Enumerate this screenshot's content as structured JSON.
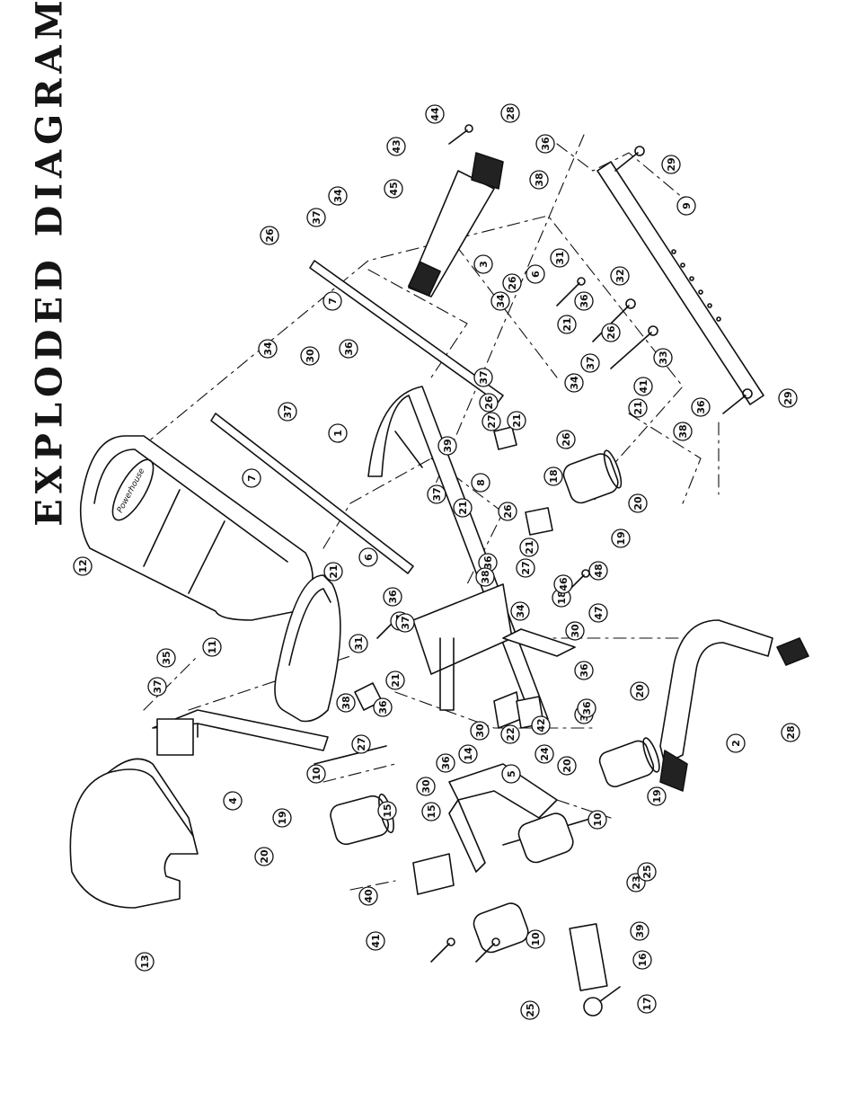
{
  "title": "EXPLODED DIAGRAM",
  "brand_logo_text": "Powerhouse",
  "callouts": [
    {
      "id": "c1",
      "num": "1"
    },
    {
      "id": "c2",
      "num": "2"
    },
    {
      "id": "c3",
      "num": "3"
    },
    {
      "id": "c4",
      "num": "4"
    },
    {
      "id": "c5",
      "num": "5"
    },
    {
      "id": "c6a",
      "num": "6"
    },
    {
      "id": "c6b",
      "num": "6"
    },
    {
      "id": "c7a",
      "num": "7"
    },
    {
      "id": "c7b",
      "num": "7"
    },
    {
      "id": "c8",
      "num": "8"
    },
    {
      "id": "c9",
      "num": "9"
    },
    {
      "id": "c10a",
      "num": "10"
    },
    {
      "id": "c10b",
      "num": "10"
    },
    {
      "id": "c10c",
      "num": "10"
    },
    {
      "id": "c11",
      "num": "11"
    },
    {
      "id": "c12",
      "num": "12"
    },
    {
      "id": "c13",
      "num": "13"
    },
    {
      "id": "c14",
      "num": "14"
    },
    {
      "id": "c15a",
      "num": "15"
    },
    {
      "id": "c15b",
      "num": "15"
    },
    {
      "id": "c16",
      "num": "16"
    },
    {
      "id": "c17",
      "num": "17"
    },
    {
      "id": "c18a",
      "num": "18"
    },
    {
      "id": "c18b",
      "num": "18"
    },
    {
      "id": "c19a",
      "num": "19"
    },
    {
      "id": "c19b",
      "num": "19"
    },
    {
      "id": "c19c",
      "num": "19"
    },
    {
      "id": "c20a",
      "num": "20"
    },
    {
      "id": "c20b",
      "num": "20"
    },
    {
      "id": "c20c",
      "num": "20"
    },
    {
      "id": "c20d",
      "num": "20"
    },
    {
      "id": "c21a",
      "num": "21"
    },
    {
      "id": "c21b",
      "num": "21"
    },
    {
      "id": "c21c",
      "num": "21"
    },
    {
      "id": "c21d",
      "num": "21"
    },
    {
      "id": "c21e",
      "num": "21"
    },
    {
      "id": "c21f",
      "num": "21"
    },
    {
      "id": "c21g",
      "num": "21"
    },
    {
      "id": "c22",
      "num": "22"
    },
    {
      "id": "c23",
      "num": "23"
    },
    {
      "id": "c24",
      "num": "24"
    },
    {
      "id": "c25a",
      "num": "25"
    },
    {
      "id": "c25b",
      "num": "25"
    },
    {
      "id": "c26a",
      "num": "26"
    },
    {
      "id": "c26b",
      "num": "26"
    },
    {
      "id": "c26c",
      "num": "26"
    },
    {
      "id": "c26d",
      "num": "26"
    },
    {
      "id": "c26e",
      "num": "26"
    },
    {
      "id": "c26f",
      "num": "26"
    },
    {
      "id": "c27a",
      "num": "27"
    },
    {
      "id": "c27b",
      "num": "27"
    },
    {
      "id": "c27c",
      "num": "27"
    },
    {
      "id": "c28a",
      "num": "28"
    },
    {
      "id": "c28b",
      "num": "28"
    },
    {
      "id": "c29a",
      "num": "29"
    },
    {
      "id": "c29b",
      "num": "29"
    },
    {
      "id": "c30a",
      "num": "30"
    },
    {
      "id": "c30b",
      "num": "30"
    },
    {
      "id": "c30c",
      "num": "30"
    },
    {
      "id": "c30d",
      "num": "30"
    },
    {
      "id": "c30e",
      "num": "30"
    },
    {
      "id": "c31a",
      "num": "31"
    },
    {
      "id": "c31b",
      "num": "31"
    },
    {
      "id": "c32",
      "num": "32"
    },
    {
      "id": "c33",
      "num": "33"
    },
    {
      "id": "c34a",
      "num": "34"
    },
    {
      "id": "c34b",
      "num": "34"
    },
    {
      "id": "c34c",
      "num": "34"
    },
    {
      "id": "c34d",
      "num": "34"
    },
    {
      "id": "c34e",
      "num": "34"
    },
    {
      "id": "c35",
      "num": "35"
    },
    {
      "id": "c36a",
      "num": "36"
    },
    {
      "id": "c36b",
      "num": "36"
    },
    {
      "id": "c36c",
      "num": "36"
    },
    {
      "id": "c36d",
      "num": "36"
    },
    {
      "id": "c36e",
      "num": "36"
    },
    {
      "id": "c36f",
      "num": "36"
    },
    {
      "id": "c36g",
      "num": "36"
    },
    {
      "id": "c36h",
      "num": "36"
    },
    {
      "id": "c36i",
      "num": "36"
    },
    {
      "id": "c36j",
      "num": "36"
    },
    {
      "id": "c37a",
      "num": "37"
    },
    {
      "id": "c37b",
      "num": "37"
    },
    {
      "id": "c37c",
      "num": "37"
    },
    {
      "id": "c37d",
      "num": "37"
    },
    {
      "id": "c37e",
      "num": "37"
    },
    {
      "id": "c37f",
      "num": "37"
    },
    {
      "id": "c37g",
      "num": "37"
    },
    {
      "id": "c37h",
      "num": "37"
    },
    {
      "id": "c38a",
      "num": "38"
    },
    {
      "id": "c38b",
      "num": "38"
    },
    {
      "id": "c38c",
      "num": "38"
    },
    {
      "id": "c38d",
      "num": "38"
    },
    {
      "id": "c39a",
      "num": "39"
    },
    {
      "id": "c39b",
      "num": "39"
    },
    {
      "id": "c40",
      "num": "40"
    },
    {
      "id": "c41a",
      "num": "41"
    },
    {
      "id": "c41b",
      "num": "41"
    },
    {
      "id": "c42",
      "num": "42"
    },
    {
      "id": "c43",
      "num": "43"
    },
    {
      "id": "c44",
      "num": "44"
    },
    {
      "id": "c45",
      "num": "45"
    },
    {
      "id": "c46",
      "num": "46"
    },
    {
      "id": "c47",
      "num": "47"
    },
    {
      "id": "c48",
      "num": "48"
    }
  ]
}
